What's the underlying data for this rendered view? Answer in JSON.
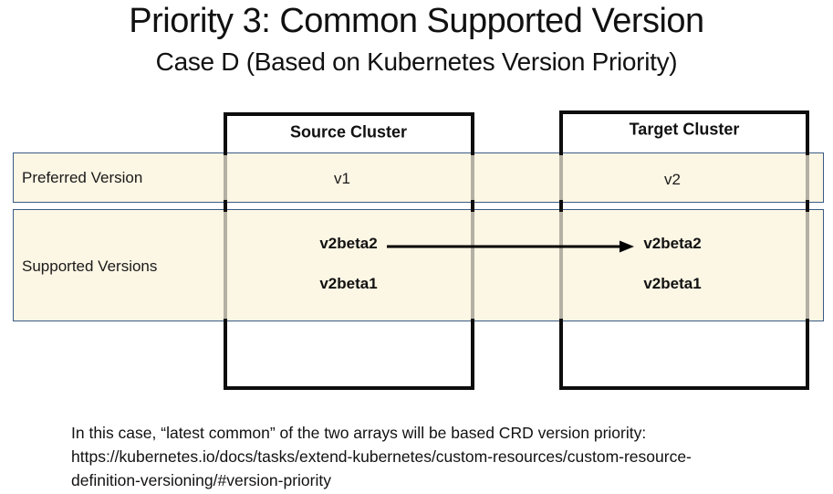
{
  "title": "Priority 3: Common Supported Version",
  "subtitle": "Case D (Based on Kubernetes Version Priority)",
  "diagram": {
    "rows": [
      {
        "label": "Preferred Version"
      },
      {
        "label": "Supported Versions"
      }
    ],
    "columns": [
      {
        "header": "Source Cluster",
        "preferred": "v1",
        "supported": [
          "v2beta2",
          "v2beta1"
        ]
      },
      {
        "header": "Target Cluster",
        "preferred": "v2",
        "supported": [
          "v2beta2",
          "v2beta1"
        ]
      }
    ],
    "arrow": {
      "from": "Source Cluster v2beta2",
      "to": "Target Cluster v2beta2"
    }
  },
  "footer": {
    "line1": "In this case, “latest common” of the two arrays will be based CRD version priority:",
    "line2": "https://kubernetes.io/docs/tasks/extend-kubernetes/custom-resources/custom-resource-",
    "line3": "definition-versioning/#version-priority"
  },
  "colors": {
    "band_fill": "#FCF6E4",
    "band_border": "#3A5A85",
    "box_border": "#0D0D0D",
    "arrow": "#000000",
    "background": "#FFFFFF"
  }
}
